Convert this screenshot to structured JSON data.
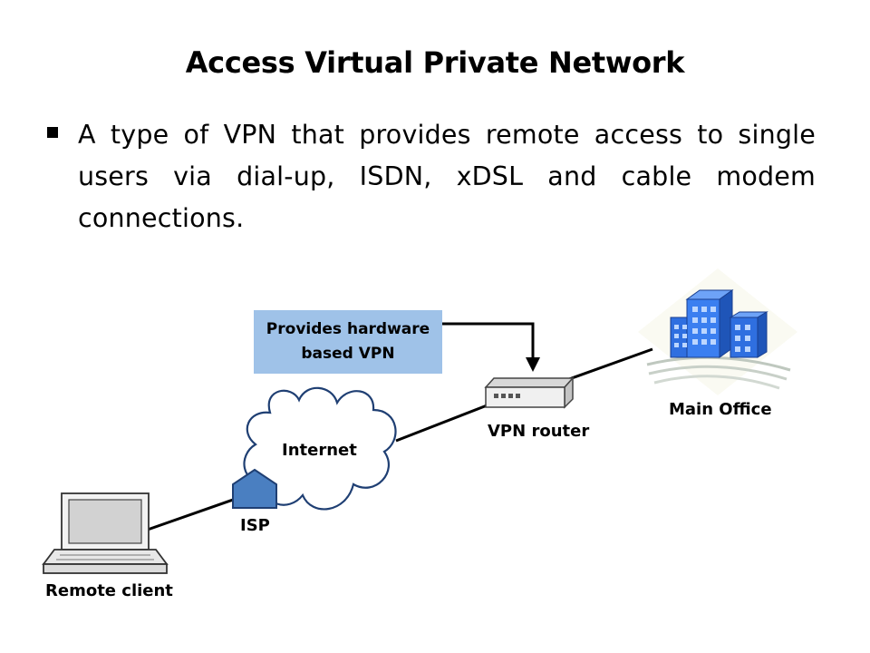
{
  "slide": {
    "title": "Access Virtual Private Network",
    "bullet": "A type of VPN that provides remote access to single users via dial-up, ISDN, xDSL and cable modem connections."
  },
  "diagram": {
    "callout": "Provides hardware based VPN",
    "nodes": {
      "remote_client": "Remote client",
      "isp": "ISP",
      "internet": "Internet",
      "vpn_router": "VPN router",
      "main_office": "Main Office"
    }
  },
  "colors": {
    "callout_fill": "#9fc2e8",
    "isp_fill": "#4a7fc1",
    "building_blue": "#2f6fe0"
  }
}
